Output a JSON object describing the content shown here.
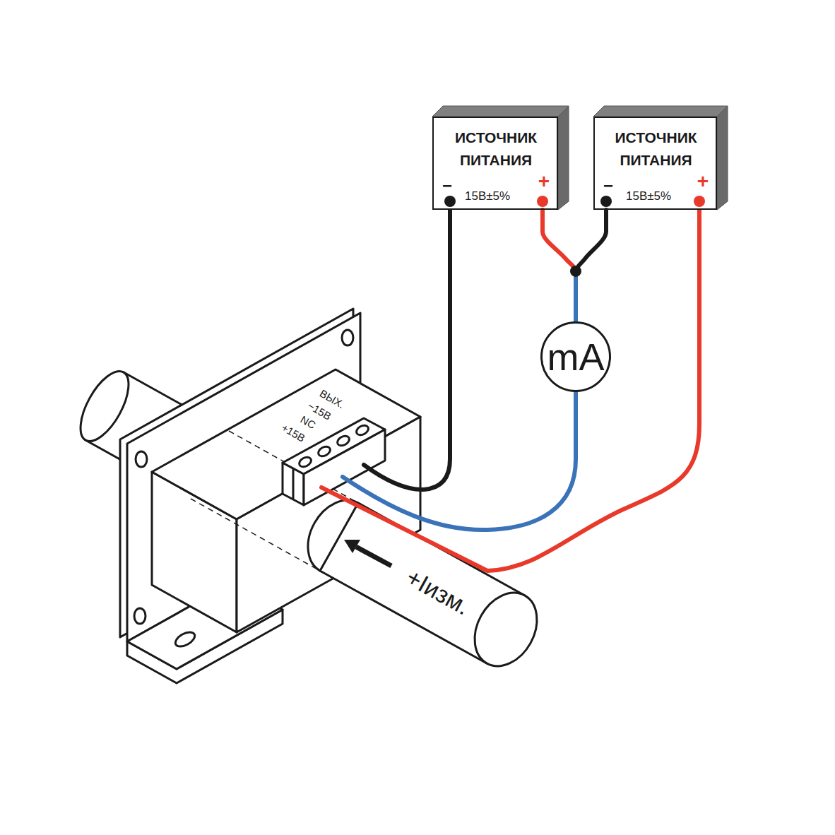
{
  "diagram": {
    "nodes": [
      {
        "text": [
          "ИСТОЧНИК ПИТАНИЯ",
          "−",
          "15В±5%",
          "+"
        ]
      },
      {
        "text": [
          "ИСТОЧНИК ПИТАНИЯ",
          "−",
          "15В±5%",
          "+"
        ]
      },
      {
        "text": [
          "mA"
        ]
      }
    ],
    "edges": [
      {
        "from": 0,
        "to": 2,
        "arrow": "none"
      },
      {
        "from": 1,
        "to": 2,
        "arrow": "none"
      }
    ],
    "labels": [
      "ВЫХ.",
      "−15В",
      "NC",
      "+15В",
      "+Iизм."
    ]
  }
}
